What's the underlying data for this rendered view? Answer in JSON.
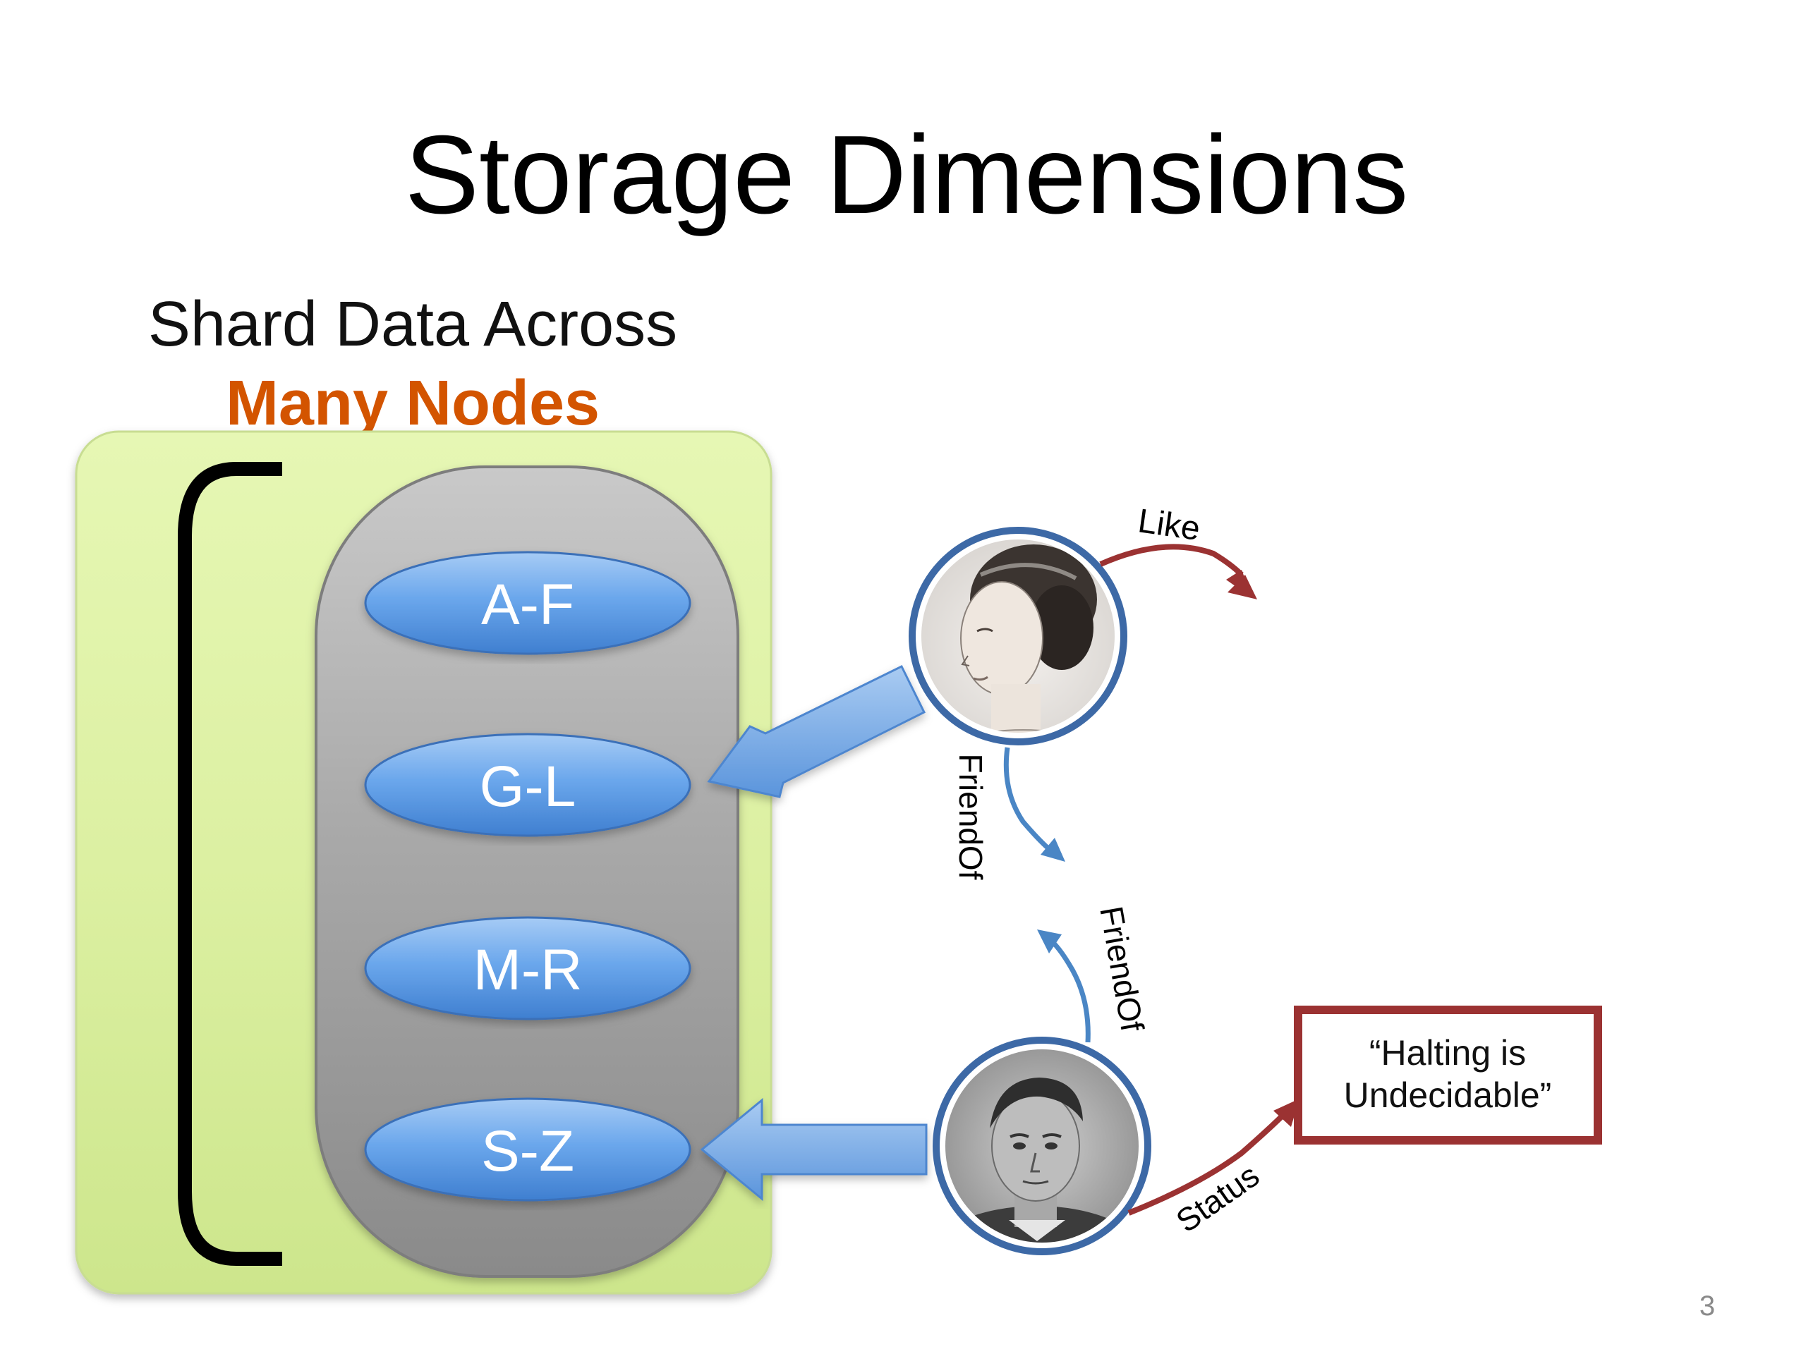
{
  "slide": {
    "title": "Storage Dimensions",
    "subtitle_line1": "Shard Data Across",
    "subtitle_line2": "Many Nodes",
    "page_number": "3"
  },
  "colors": {
    "accent_orange": "#d35400",
    "edge_red": "#9b3232",
    "edge_blue": "#4a86c5",
    "node_ring": "#3d69a6",
    "cluster_green": "#d9f0a0",
    "shard_blue": "#5d9be3"
  },
  "shards": [
    {
      "label": "A-F"
    },
    {
      "label": "G-L"
    },
    {
      "label": "M-R"
    },
    {
      "label": "S-Z"
    }
  ],
  "graph": {
    "nodes": [
      {
        "name": "portrait-ada",
        "icon": "woman-portrait-icon"
      },
      {
        "name": "portrait-alan",
        "icon": "man-portrait-icon"
      }
    ],
    "edges": [
      {
        "label": "Like"
      },
      {
        "label": "FriendOf"
      },
      {
        "label": "FriendOf"
      },
      {
        "label": "Status"
      }
    ],
    "status_box": {
      "line1": "“Halting is",
      "line2": "Undecidable”"
    }
  }
}
